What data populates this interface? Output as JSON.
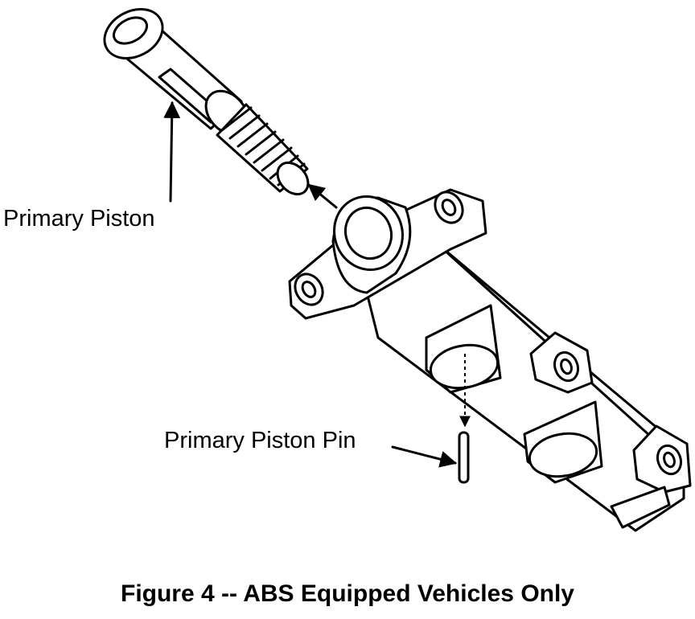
{
  "labels": {
    "primary_piston": "Primary Piston",
    "primary_piston_pin": "Primary Piston Pin"
  },
  "caption": "Figure 4 -- ABS Equipped Vehicles Only"
}
